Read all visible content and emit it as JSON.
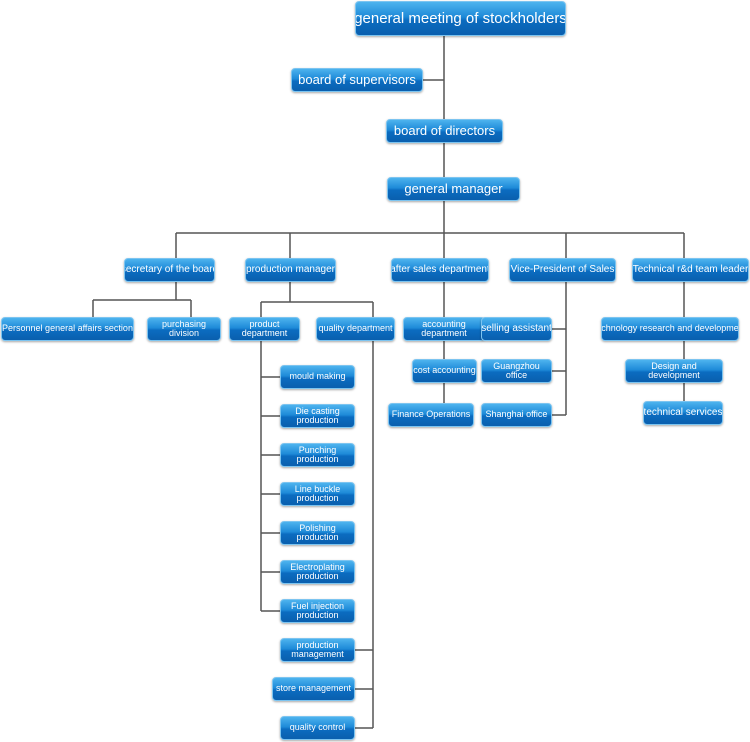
{
  "line_color": "#555555",
  "box_color": "#1e8ad8",
  "nodes": {
    "gms": "general meeting of stockholders",
    "supervisors": "board of supervisors",
    "directors": "board of directors",
    "gm": "general manager",
    "secretary": "secretary of the board",
    "production_manager": "production manager",
    "after_sales": "after sales department",
    "vp_sales": "Vice-President of Sales",
    "tech_leader": "Technical r&d team leader",
    "personnel": "Personnel general affairs section",
    "purchasing": "purchasing division",
    "product_dept": "product department",
    "quality_dept": "quality department",
    "accounting": "accounting department",
    "cost_accounting": "cost accounting",
    "finance": "Finance Operations",
    "selling": "selling assistant",
    "guangzhou": "Guangzhou office",
    "shanghai": "Shanghai office",
    "tech_rd": "technology research and development",
    "design": "Design and development",
    "tech_services": "technical services",
    "mould": "mould making",
    "die_casting": "Die casting production",
    "punching": "Punching production",
    "line_buckle": "Line buckle production",
    "polishing": "Polishing production",
    "electroplating": "Electroplating production",
    "fuel_injection": "Fuel injection production",
    "production_mgmt": "production management",
    "store_mgmt": "store management",
    "quality_control": "quality control"
  }
}
